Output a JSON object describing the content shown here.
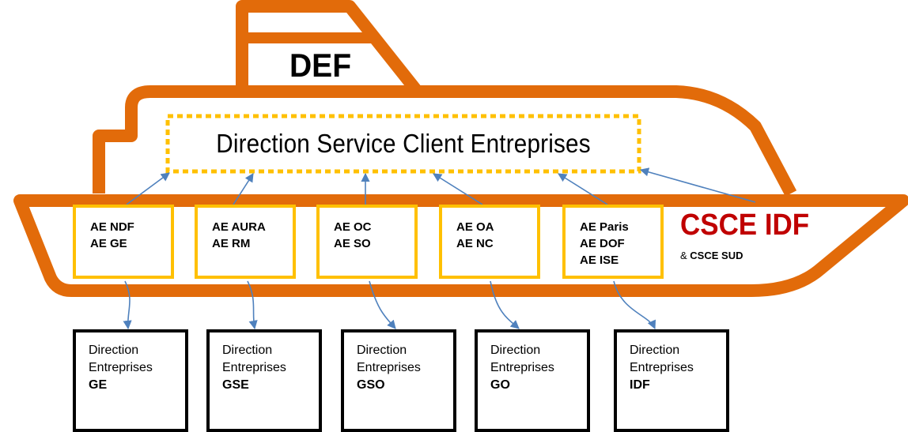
{
  "ship": {
    "top_label": "DEF",
    "deck_label": "Direction Service Client Entreprises",
    "hull_color": "#e26b0a",
    "dotted_color": "#ffc000",
    "arrow_color": "#4f81bd"
  },
  "ae_groups": [
    {
      "lines": [
        "AE NDF",
        "AE GE"
      ]
    },
    {
      "lines": [
        "AE AURA",
        "AE RM"
      ]
    },
    {
      "lines": [
        "AE OC",
        "AE SO"
      ]
    },
    {
      "lines": [
        "AE OA",
        "AE NC"
      ]
    },
    {
      "lines": [
        "AE Paris",
        "AE DOF",
        "AE ISE"
      ]
    }
  ],
  "csce": {
    "main": "CSCE IDF",
    "amp": "&",
    "sub": "CSCE SUD",
    "main_color": "#c00000"
  },
  "directions": [
    {
      "line1": "Direction",
      "line2": "Entreprises",
      "code": "GE"
    },
    {
      "line1": "Direction",
      "line2": "Entreprises",
      "code": "GSE"
    },
    {
      "line1": "Direction",
      "line2": "Entreprises",
      "code": "GSO"
    },
    {
      "line1": "Direction",
      "line2": "Entreprises",
      "code": "GO"
    },
    {
      "line1": "Direction",
      "line2": "Entreprises",
      "code": "IDF"
    }
  ]
}
